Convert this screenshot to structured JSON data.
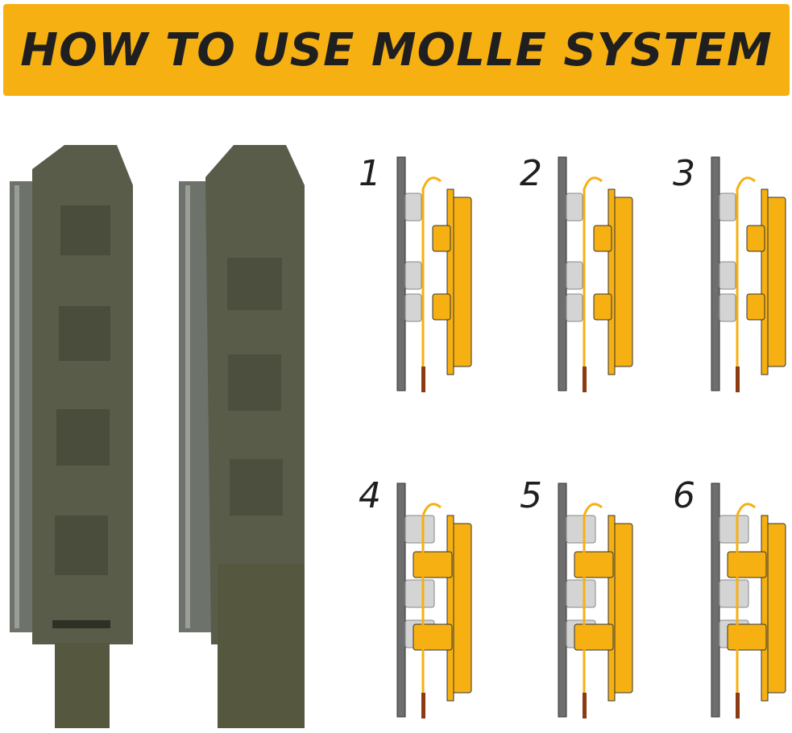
{
  "banner": {
    "title": "HOW TO USE MOLLE SYSTEM",
    "background_color": "#f6b012",
    "text_color": "#1f1f1f"
  },
  "colors": {
    "panel": "#6e6e6e",
    "webbing_gray": "#d4d4d4",
    "pouch_yellow": "#f6b012",
    "strap_line": "#f6b012",
    "strap_tip": "#8b3a12",
    "product_olive": "#5a5c4a"
  },
  "steps": [
    {
      "number": "1"
    },
    {
      "number": "2"
    },
    {
      "number": "3"
    },
    {
      "number": "4"
    },
    {
      "number": "5"
    },
    {
      "number": "6"
    }
  ]
}
